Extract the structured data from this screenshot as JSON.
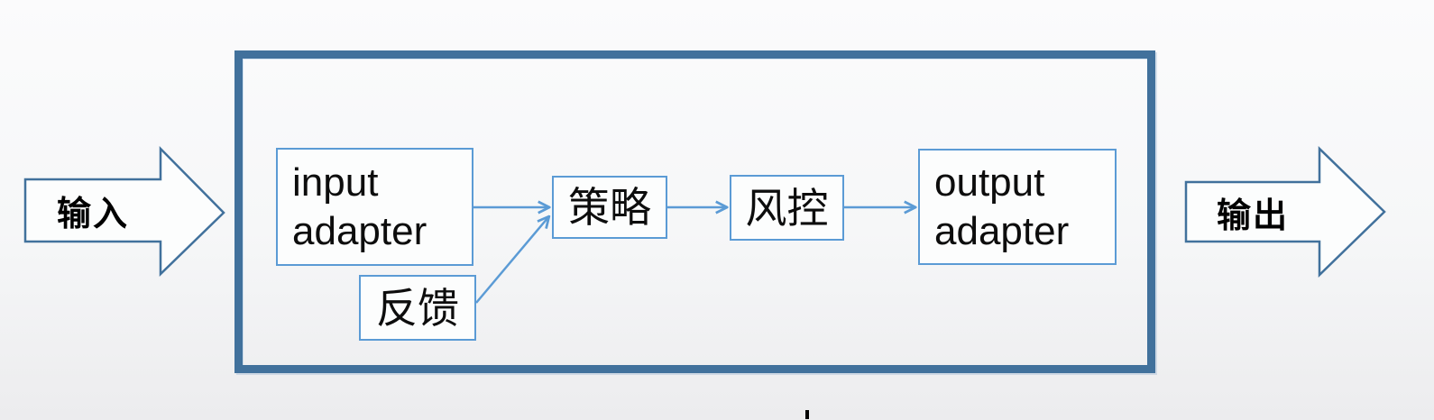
{
  "diagram": {
    "type": "flowchart",
    "external": {
      "input_label": "输入",
      "output_label": "输出"
    },
    "nodes": {
      "input_adapter": {
        "label": "input adapter"
      },
      "strategy": {
        "label": "策略"
      },
      "risk_control": {
        "label": "风控"
      },
      "output_adapter": {
        "label": "output adapter"
      },
      "feedback": {
        "label": "反馈"
      }
    },
    "edges": [
      {
        "from": "input_adapter",
        "to": "strategy"
      },
      {
        "from": "feedback",
        "to": "strategy"
      },
      {
        "from": "strategy",
        "to": "risk_control"
      },
      {
        "from": "risk_control",
        "to": "output_adapter"
      }
    ],
    "colors": {
      "boundary_border": "#41719C",
      "node_border": "#5B9BD5",
      "connector": "#5B9BD5",
      "text": "#0d0d0d",
      "block_arrow_outline": "#41719C"
    }
  }
}
